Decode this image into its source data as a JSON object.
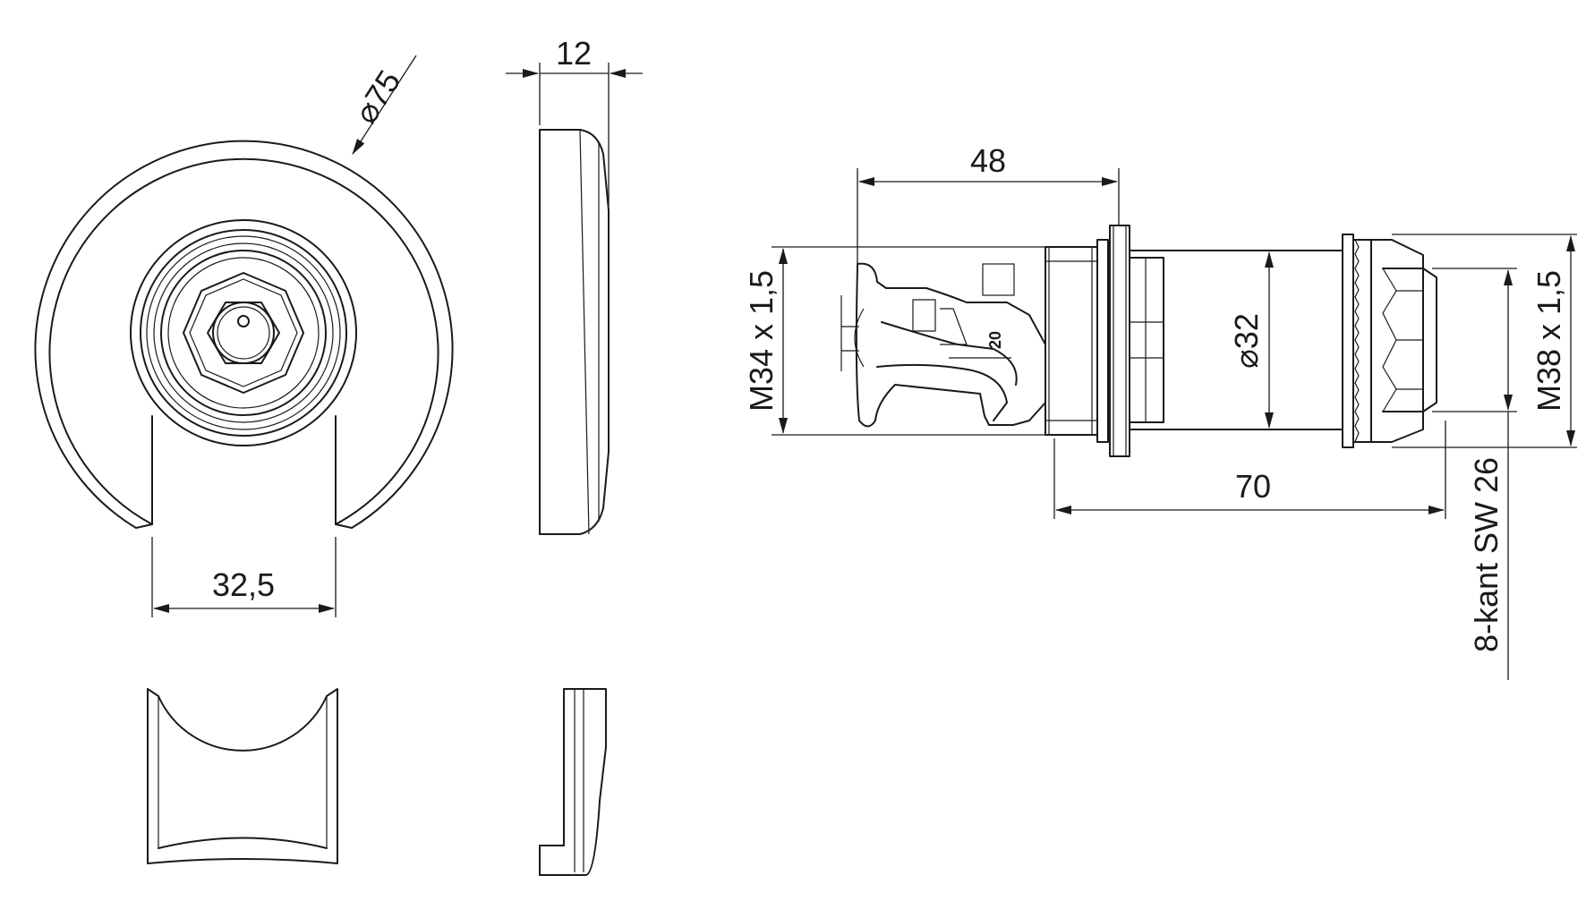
{
  "dimensions": {
    "rosette_diameter": "75",
    "rosette_thickness": "12",
    "cutout_width": "32,5",
    "insertion_length": "48",
    "thread_inlet": "M34 x 1,5",
    "body_diameter": "32",
    "overall_length": "70",
    "thread_outlet": "M38 x 1,5",
    "wrench_size": "8-kant SW 26"
  },
  "part_marking": "20",
  "colors": {
    "line": "#1a1a1a",
    "background": "#ffffff"
  }
}
